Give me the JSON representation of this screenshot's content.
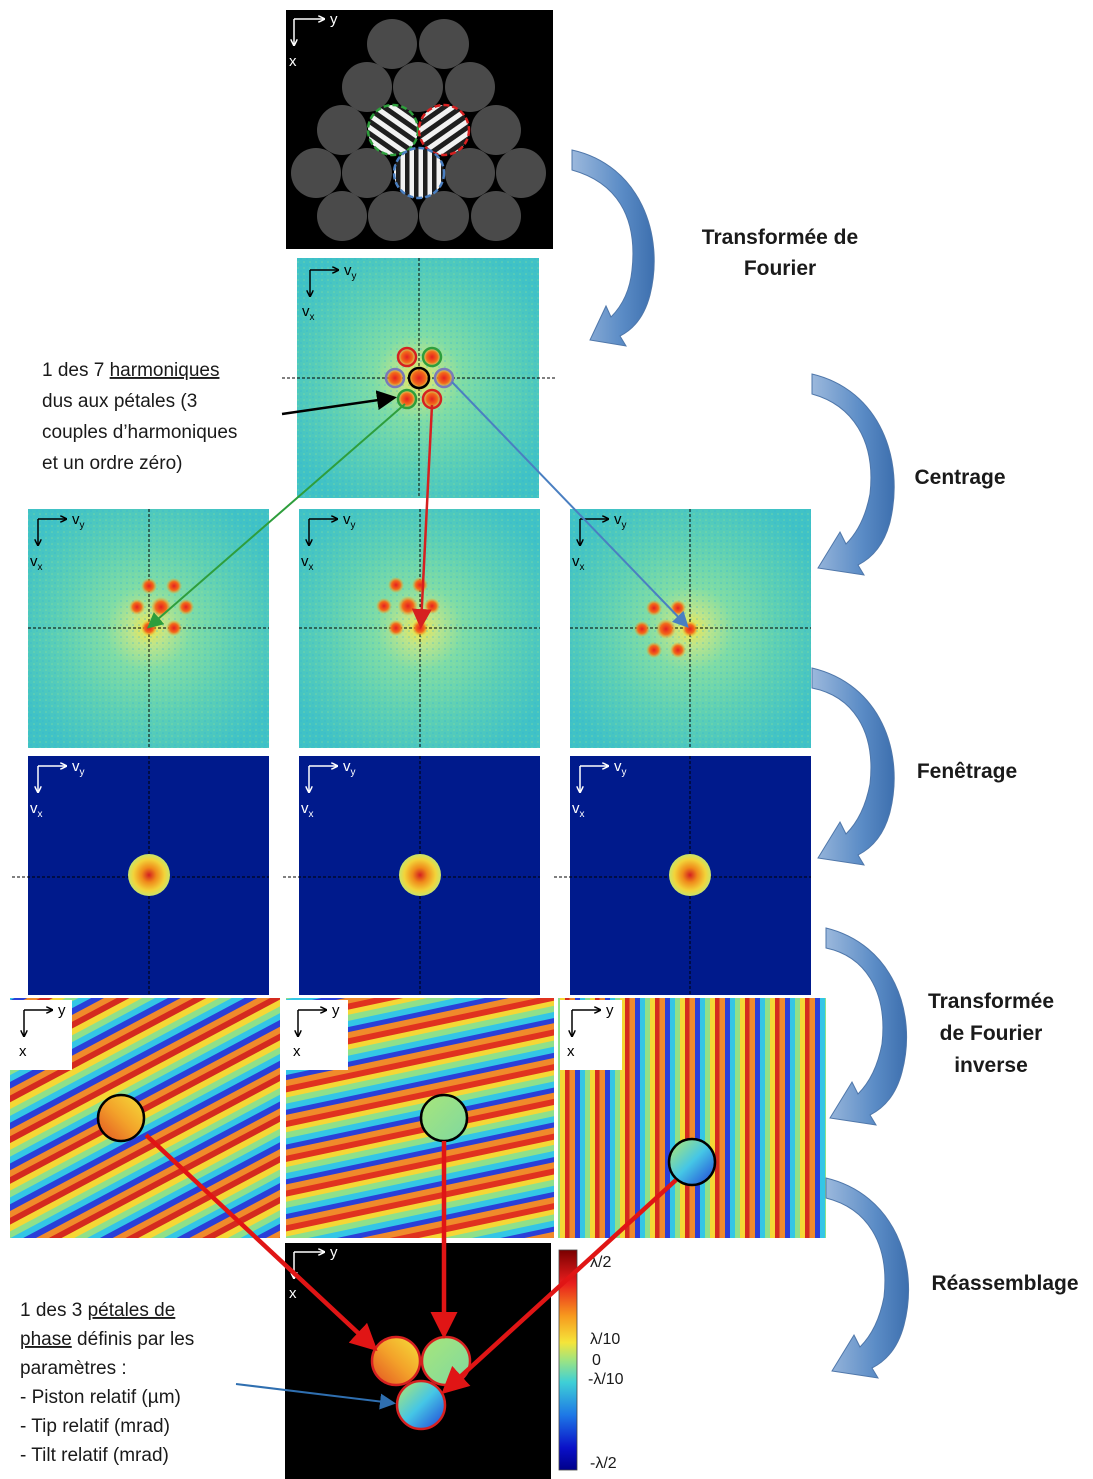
{
  "steps": [
    "Transformée de",
    "Fourier",
    "Centrage",
    "Fenêtrage",
    "Transformée",
    "de Fourier",
    "inverse",
    "Réassemblage"
  ],
  "annotation_top": {
    "line1_prefix": "1 des 7 ",
    "line1_underlined": "harmoniques",
    "line2": "dus aux pétales (3",
    "line3": "couples d’harmoniques",
    "line4": "et un ordre zéro)"
  },
  "annotation_bottom": {
    "line1_prefix": "1 des 3 ",
    "line1_underlined": "pétales de",
    "line2_underlined": "phase",
    "line2_rest": " définis par les",
    "line3": "paramètres :",
    "line4": "- Piston relatif (µm)",
    "line5": "- Tip relatif (mrad)",
    "line6": "- Tilt relatif (mrad)"
  },
  "axes": {
    "x": "x",
    "y": "y",
    "vx": "v",
    "vx_sub": "x",
    "vy": "v",
    "vy_sub": "y"
  },
  "colorbar": [
    "λ/2",
    "λ/10",
    "0",
    "-λ/10",
    "-λ/2"
  ],
  "colors": {
    "background": "#ffffff",
    "arrow_blue": "#4f81bd",
    "petal_green": "#2e9e3c",
    "petal_red": "#d62020",
    "petal_blue": "#4a7fc1",
    "spectrum_bg": "#5fd0b4",
    "window_bg": "#001a8c"
  }
}
